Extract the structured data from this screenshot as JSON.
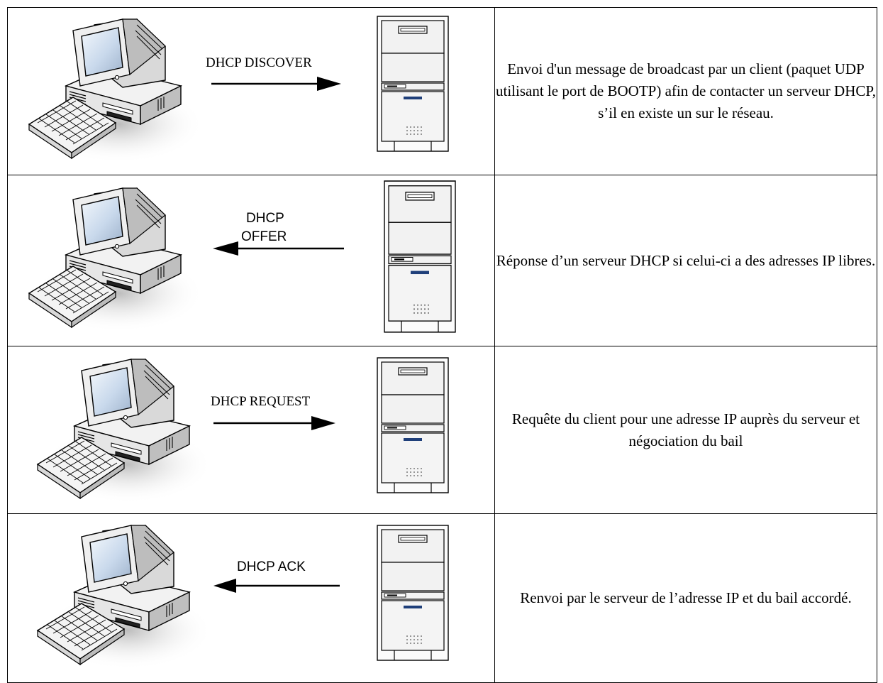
{
  "steps": [
    {
      "message": "DHCP DISCOVER",
      "direction": "client-to-server",
      "description": "Envoi d'un message de broadcast par un client (paquet UDP utilisant le port de BOOTP) afin de contacter un serveur DHCP, s’il en existe un sur le réseau."
    },
    {
      "message_line1": "DHCP",
      "message_line2": "OFFER",
      "direction": "server-to-client",
      "description": "Réponse d’un serveur DHCP si celui-ci a des adresses IP libres."
    },
    {
      "message": "DHCP REQUEST",
      "direction": "client-to-server",
      "description": "Requête du client pour une adresse IP auprès du serveur et négociation du bail"
    },
    {
      "message": "DHCP ACK",
      "direction": "server-to-client",
      "description": "Renvoi par le serveur de l’adresse IP et du bail accordé."
    }
  ],
  "icons": {
    "client": "computer-icon",
    "server": "server-tower-icon"
  },
  "colors": {
    "server_led": "#1f3f7a",
    "shadow": "#cfcfcf",
    "screen": "#c7d8ec"
  }
}
